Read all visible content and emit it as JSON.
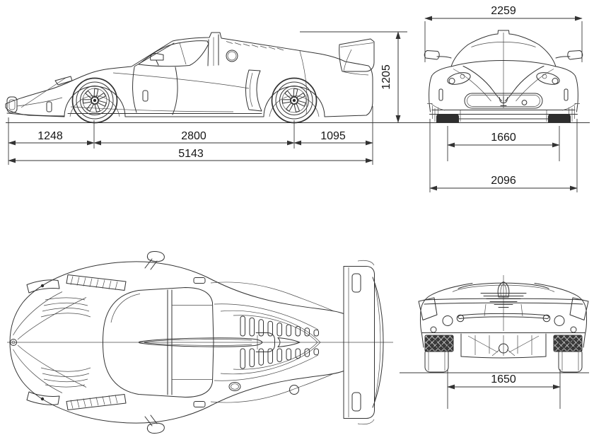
{
  "colors": {
    "background": "#ffffff",
    "line": "#333333",
    "text": "#161616"
  },
  "dimensions": {
    "front_overhang": "1248",
    "wheelbase": "2800",
    "rear_overhang": "1095",
    "overall_length": "5143",
    "overall_height": "1205",
    "overall_width": "2259",
    "front_track": "1660",
    "body_width": "2096",
    "rear_track": "1650"
  }
}
